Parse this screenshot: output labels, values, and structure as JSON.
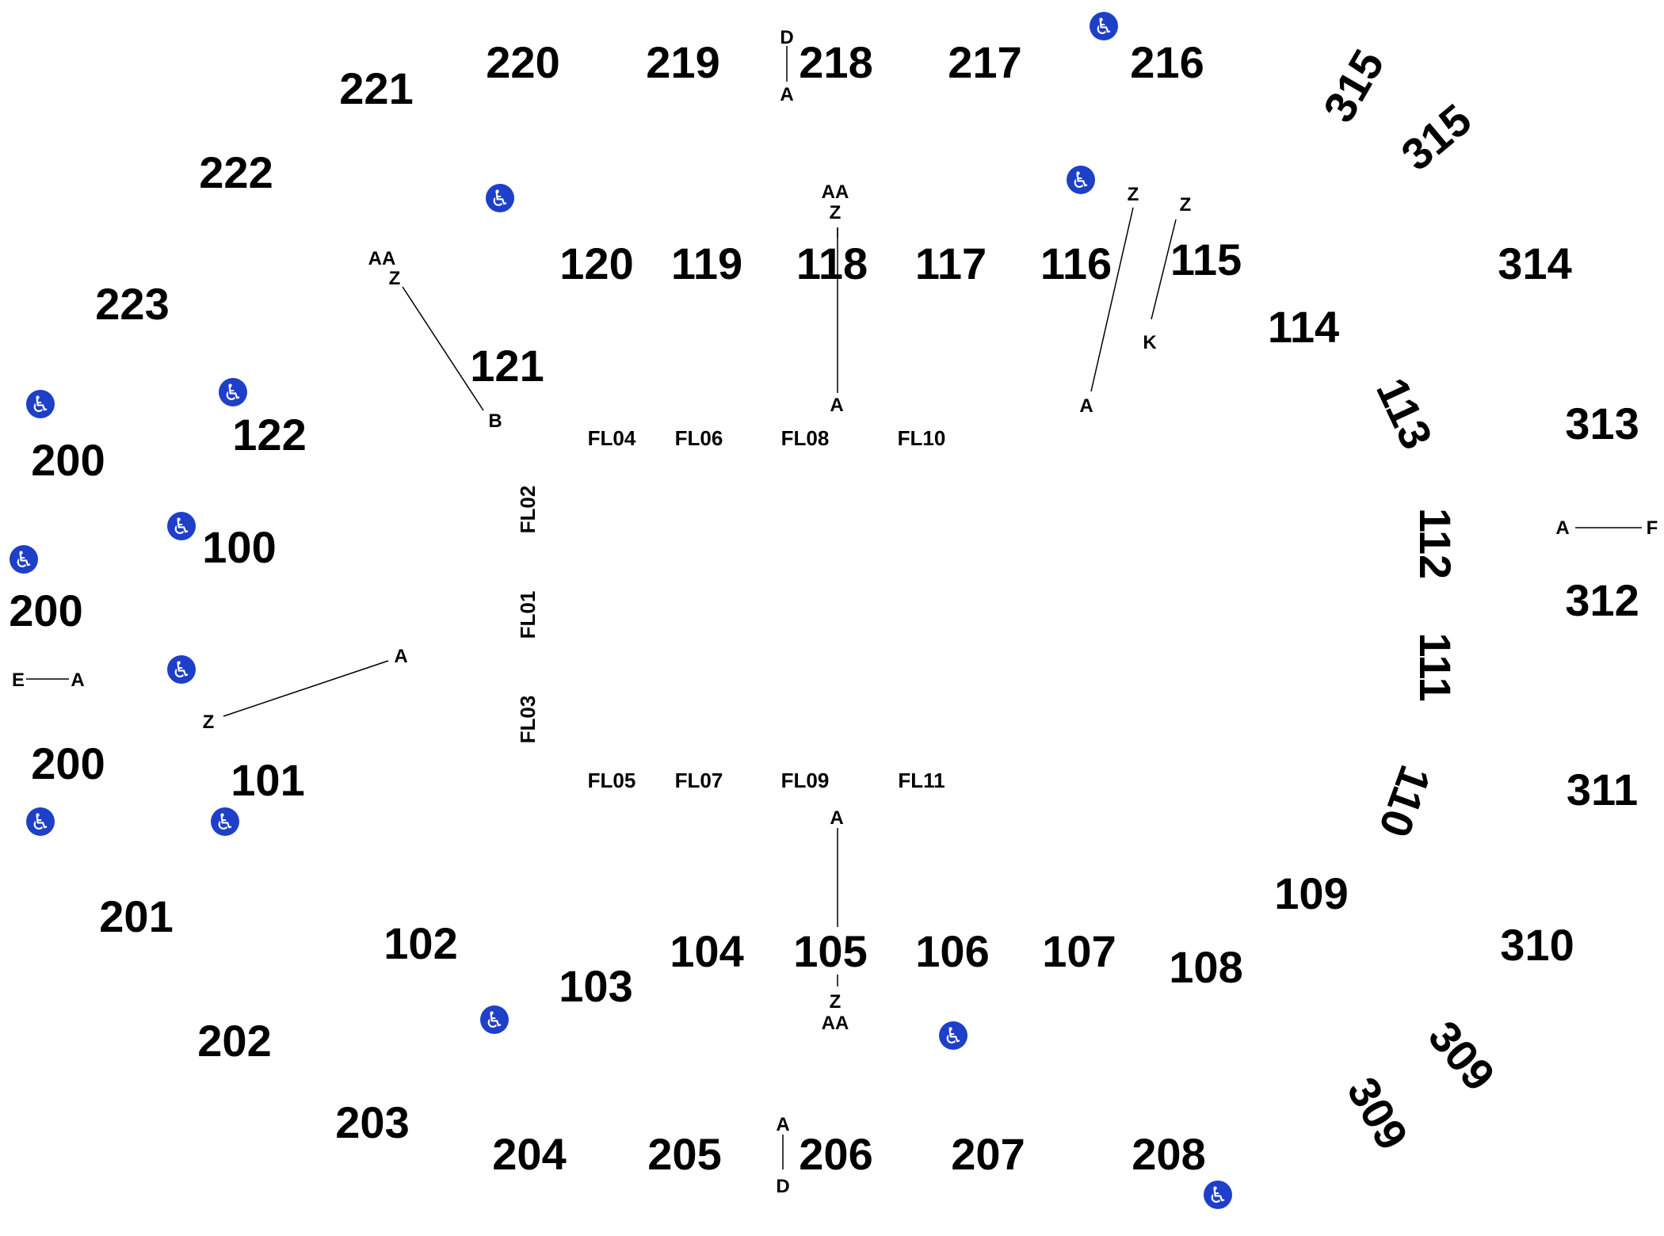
{
  "accent_color": "#1e3fc8",
  "accessible_icon": "wheelchair-icon",
  "accessible_glyph": "♿",
  "sections": [
    "221",
    "220",
    "219",
    "218",
    "217",
    "216",
    "315",
    "315",
    "222",
    "120",
    "119",
    "118",
    "117",
    "116",
    "115",
    "314",
    "223",
    "121",
    "114",
    "113",
    "313",
    "200",
    "122",
    "100",
    "112",
    "312",
    "200",
    "111",
    "200",
    "101",
    "110",
    "311",
    "201",
    "109",
    "310",
    "102",
    "104",
    "105",
    "106",
    "107",
    "108",
    "103",
    "202",
    "309",
    "309",
    "203",
    "204",
    "205",
    "206",
    "207",
    "208"
  ],
  "floor_labels": [
    "FL04",
    "FL06",
    "FL08",
    "FL10",
    "FL02",
    "FL01",
    "FL03",
    "FL05",
    "FL07",
    "FL09",
    "FL11"
  ],
  "row_markers": [
    "D",
    "A",
    "AA",
    "Z",
    "Z",
    "Z",
    "AA",
    "Z",
    "K",
    "A",
    "A",
    "B",
    "A",
    "F",
    "E",
    "A",
    "A",
    "Z",
    "A",
    "Z",
    "AA",
    "A",
    "D"
  ]
}
